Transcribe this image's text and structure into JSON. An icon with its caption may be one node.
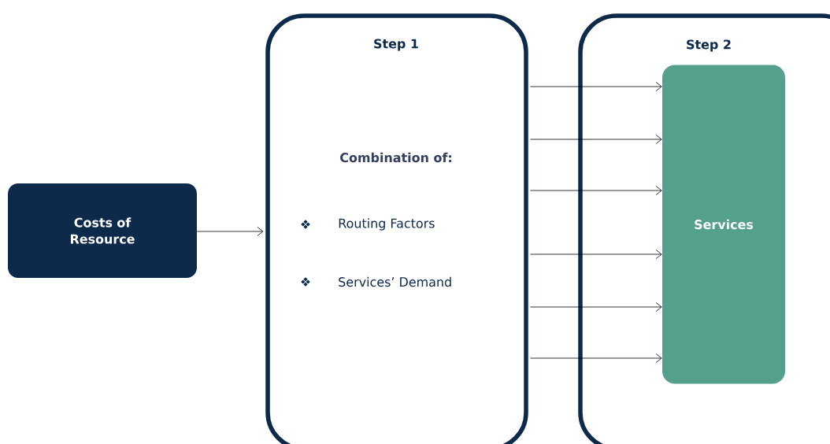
{
  "diagram": {
    "nodes": [
      {
        "text": [
          "Costs of Resource"
        ]
      },
      {
        "text": [
          "Step 1",
          "Combination of:",
          "Routing Factors",
          "Services’ Demand"
        ]
      },
      {
        "text": [
          "Step 2"
        ]
      },
      {
        "text": [
          "Services"
        ],
        "in": 2
      }
    ],
    "edges": [
      {
        "from": 0,
        "to": 1,
        "arrow": "to"
      },
      {
        "from": 1,
        "to": 3,
        "arrow": "to"
      },
      {
        "from": 1,
        "to": 3,
        "arrow": "to"
      },
      {
        "from": 1,
        "to": 3,
        "arrow": "to"
      },
      {
        "from": 1,
        "to": 3,
        "arrow": "to"
      },
      {
        "from": 1,
        "to": 3,
        "arrow": "to"
      },
      {
        "from": 1,
        "to": 3,
        "arrow": "to"
      }
    ]
  }
}
